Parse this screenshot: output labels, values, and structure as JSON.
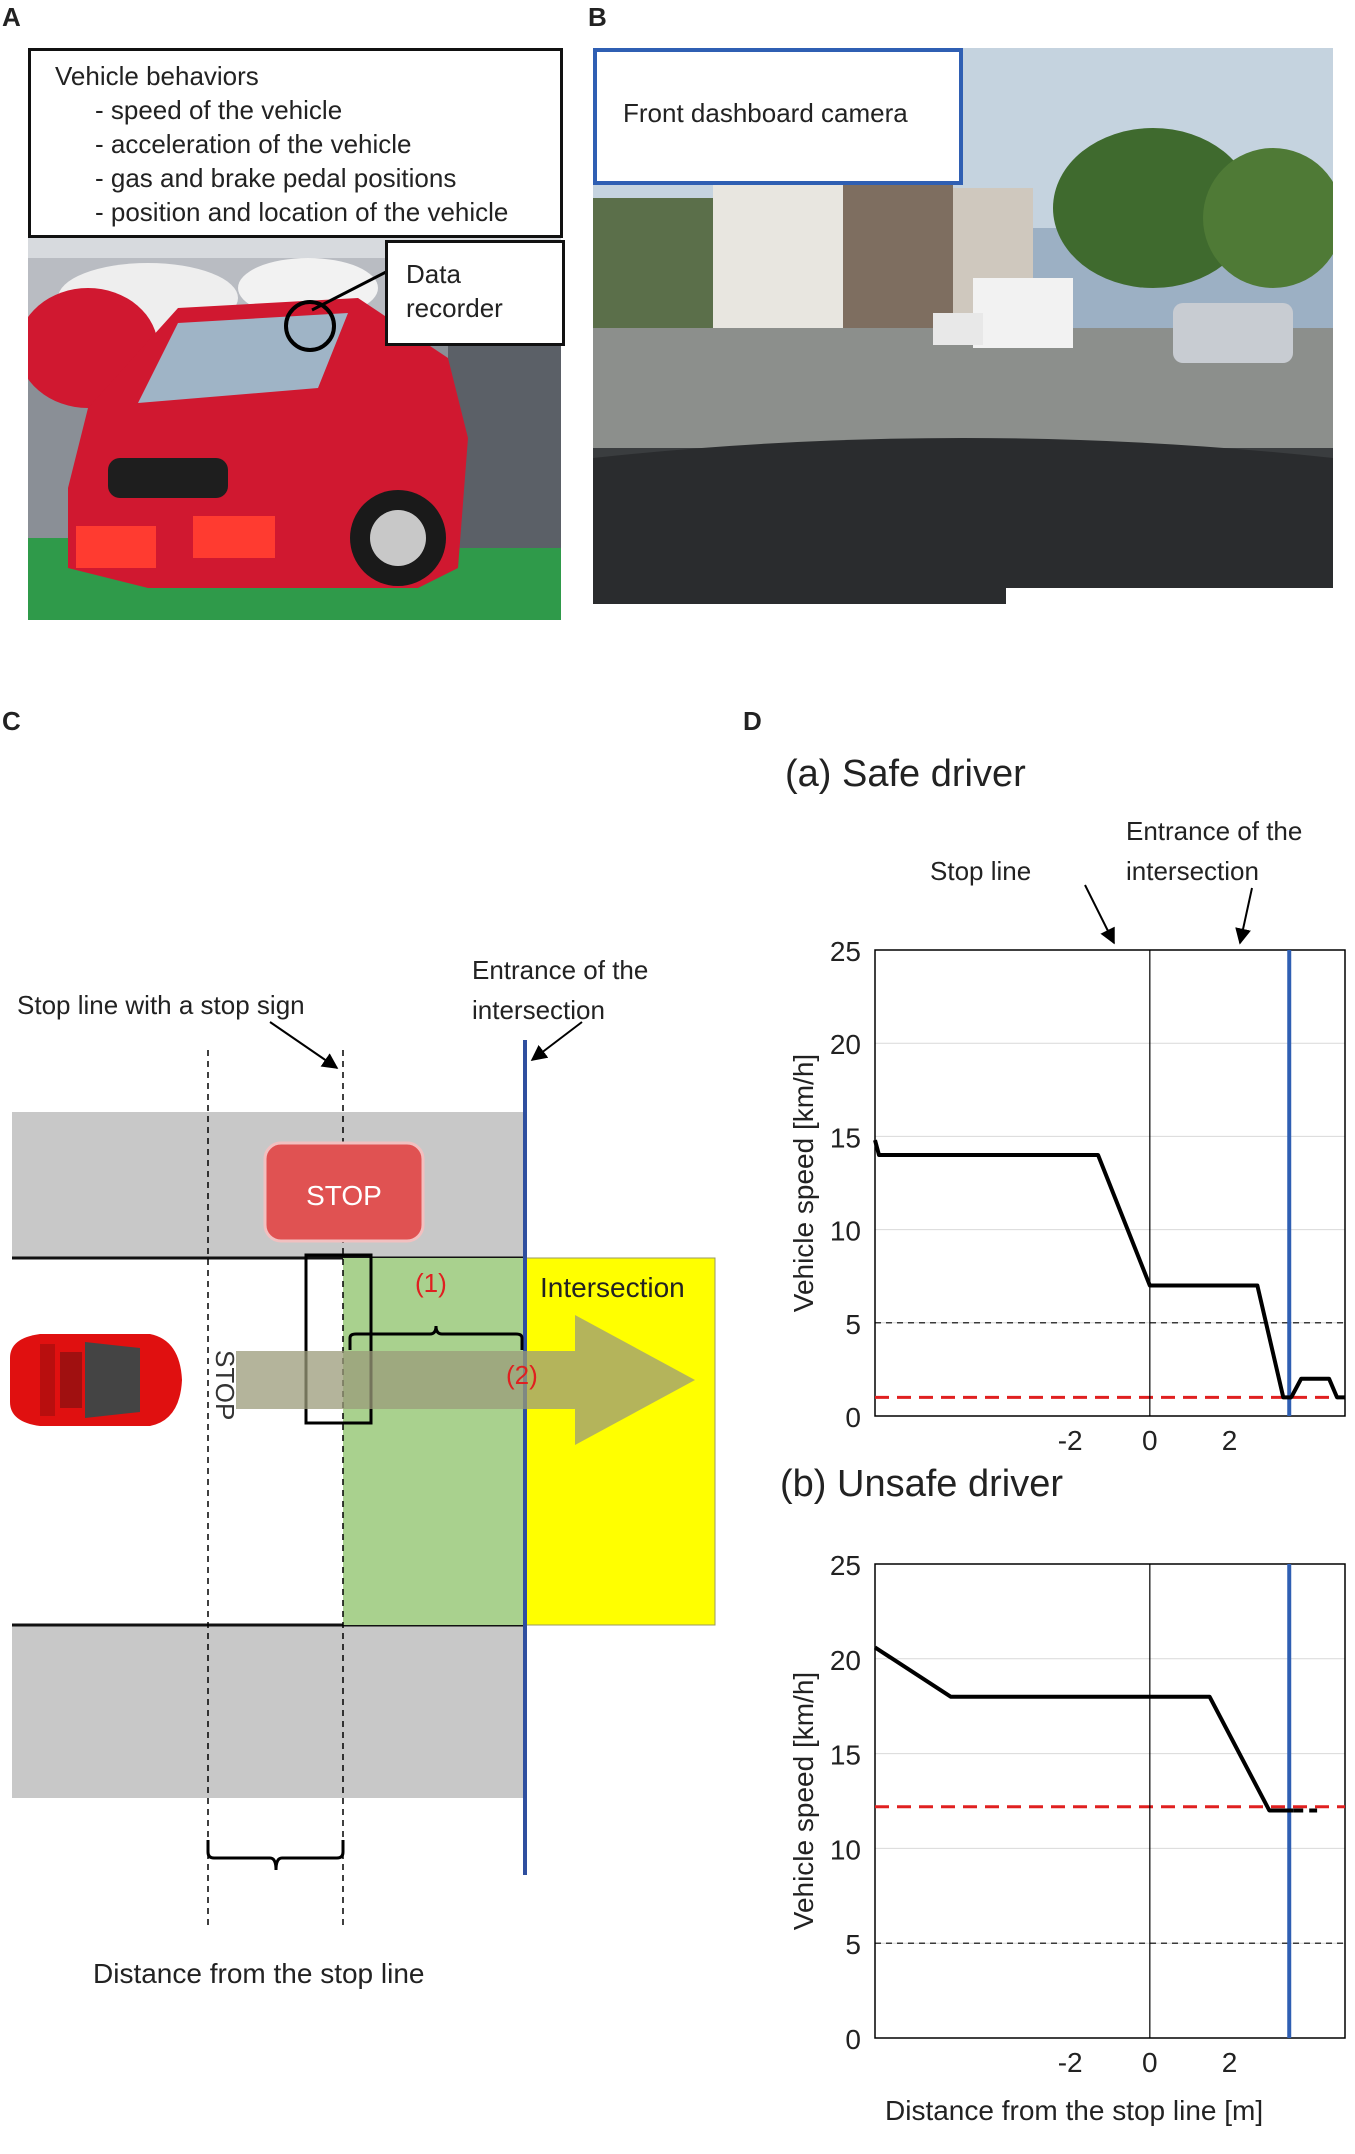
{
  "panels": {
    "a": {
      "letter": "A"
    },
    "b": {
      "letter": "B"
    },
    "c": {
      "letter": "C"
    },
    "d": {
      "letter": "D"
    }
  },
  "panelA": {
    "behaviors_title": "Vehicle behaviors",
    "behaviors": [
      "- speed of the vehicle",
      "- acceleration of the vehicle",
      "- gas and brake pedal positions",
      "- position and location of the vehicle"
    ],
    "recorder_label_line1": "Data",
    "recorder_label_line2": "recorder",
    "car_color": "#d01830"
  },
  "panelB": {
    "camera_label": "Front dashboard camera",
    "label_border_color": "#2f5fb3"
  },
  "panelC": {
    "stop_line_label": "Stop line with a stop sign",
    "entrance_label_line1": "Entrance of the",
    "entrance_label_line2": "intersection",
    "stop_sign_text": "STOP",
    "road_marking_text": "STOP",
    "intersection_label": "Intersection",
    "marker_1": "(1)",
    "marker_2": "(2)",
    "distance_label": "Distance from the stop line",
    "colors": {
      "sidewalk": "#c8c8c8",
      "approach_zone": "#a9d18e",
      "intersection": "#ffff00",
      "stop_sign": "#e05252",
      "entrance_line": "#2f4f9f",
      "marker": "#e02020",
      "car": "#e01010"
    }
  },
  "panelD": {
    "stop_line_label": "Stop line",
    "entrance_label_line1": "Entrance of the",
    "entrance_label_line2": "intersection",
    "colors": {
      "speed": "#000000",
      "threshold_red": "#e02020",
      "threshold_black": "#000000",
      "entrance": "#2f5fb3"
    }
  },
  "chart_data": [
    {
      "type": "line",
      "title": "(a) Safe driver",
      "ylabel": "Vehicle speed [km/h]",
      "xlabel": "",
      "xlim": [
        -6.9,
        4.9
      ],
      "ylim": [
        0,
        25
      ],
      "x_ticks": [
        -2,
        0,
        2
      ],
      "x_tick_labels": [
        "-2",
        "0",
        "2"
      ],
      "y_ticks": [
        0,
        5,
        10,
        15,
        20,
        25
      ],
      "y_tick_labels": [
        "0",
        "5",
        "10",
        "15",
        "20",
        "25"
      ],
      "grid": "horizontal",
      "stop_line_x": 0,
      "entrance_x": 3.5,
      "thresholds": [
        {
          "y": 5,
          "color": "black",
          "style": "dashed"
        },
        {
          "y": 1,
          "color": "red",
          "style": "dashed"
        }
      ],
      "series": [
        {
          "x": [
            -6.9,
            -6.8,
            -1.3,
            0,
            2.7,
            3.35,
            3.55,
            3.8,
            4.5,
            4.7,
            4.9
          ],
          "y": [
            14.8,
            14,
            14,
            7,
            7,
            1,
            1,
            2,
            2,
            1,
            1
          ]
        }
      ]
    },
    {
      "type": "line",
      "title": "(b) Unsafe driver",
      "ylabel": "Vehicle speed [km/h]",
      "xlabel": "Distance from the stop line [m]",
      "xlim": [
        -6.9,
        4.9
      ],
      "ylim": [
        0,
        25
      ],
      "x_ticks": [
        -2,
        0,
        2
      ],
      "x_tick_labels": [
        "-2",
        "0",
        "2"
      ],
      "y_ticks": [
        0,
        5,
        10,
        15,
        20,
        25
      ],
      "y_tick_labels": [
        "0",
        "5",
        "10",
        "15",
        "20",
        "25"
      ],
      "grid": "horizontal",
      "stop_line_x": 0,
      "entrance_x": 3.5,
      "thresholds": [
        {
          "y": 5,
          "color": "black",
          "style": "dashed"
        },
        {
          "y": 12.2,
          "color": "red",
          "style": "dashed"
        }
      ],
      "series": [
        {
          "x": [
            -6.9,
            -5.0,
            1.5,
            3.0,
            3.6
          ],
          "y": [
            20.6,
            18,
            18,
            12,
            12
          ]
        },
        {
          "x": [
            3.6,
            4.2
          ],
          "y": [
            12,
            12
          ],
          "style": "dashed"
        }
      ]
    }
  ]
}
